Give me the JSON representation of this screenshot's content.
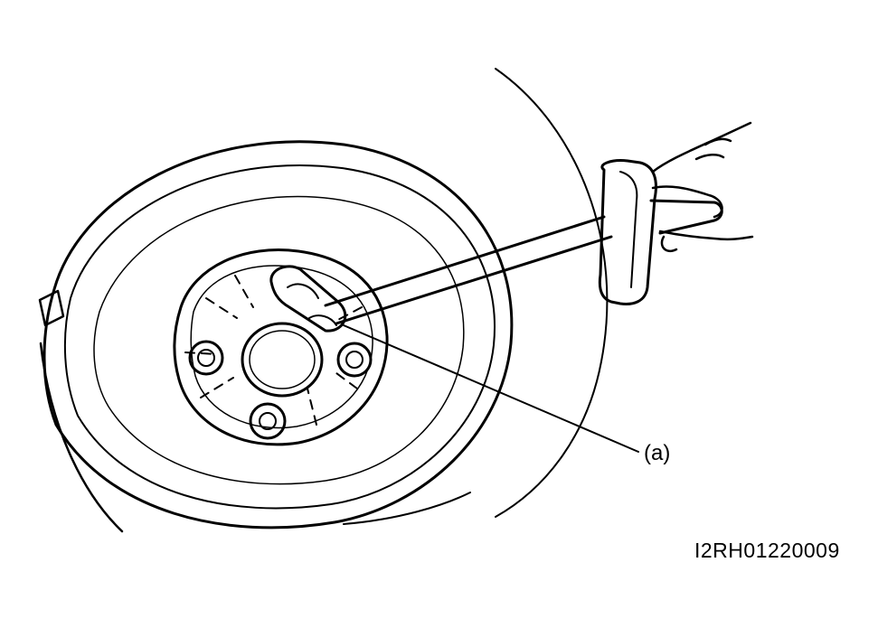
{
  "figure": {
    "callout_label": "(a)",
    "figure_id": "I2RH01220009"
  },
  "colors": {
    "ink": "#000000",
    "paper": "#ffffff"
  },
  "parts": [
    "wheel",
    "hub",
    "wheel-nuts",
    "t-handle-wrench",
    "hand"
  ]
}
